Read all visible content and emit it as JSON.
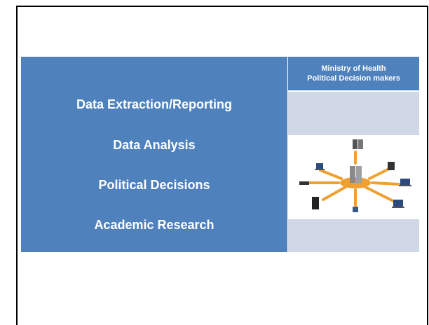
{
  "left_panel": {
    "items": [
      "Data Extraction/Reporting",
      "Data Analysis",
      "Political Decisions",
      "Academic Research"
    ]
  },
  "right_column": {
    "header_line1": "Ministry of Health",
    "header_line2": "Political Decision makers"
  },
  "colors": {
    "panel_blue": "#4f81bd",
    "band_light": "#d0d8e8",
    "hub_orange": "#f0a030"
  },
  "icons": {
    "network_image": "network-diagram-icon"
  }
}
